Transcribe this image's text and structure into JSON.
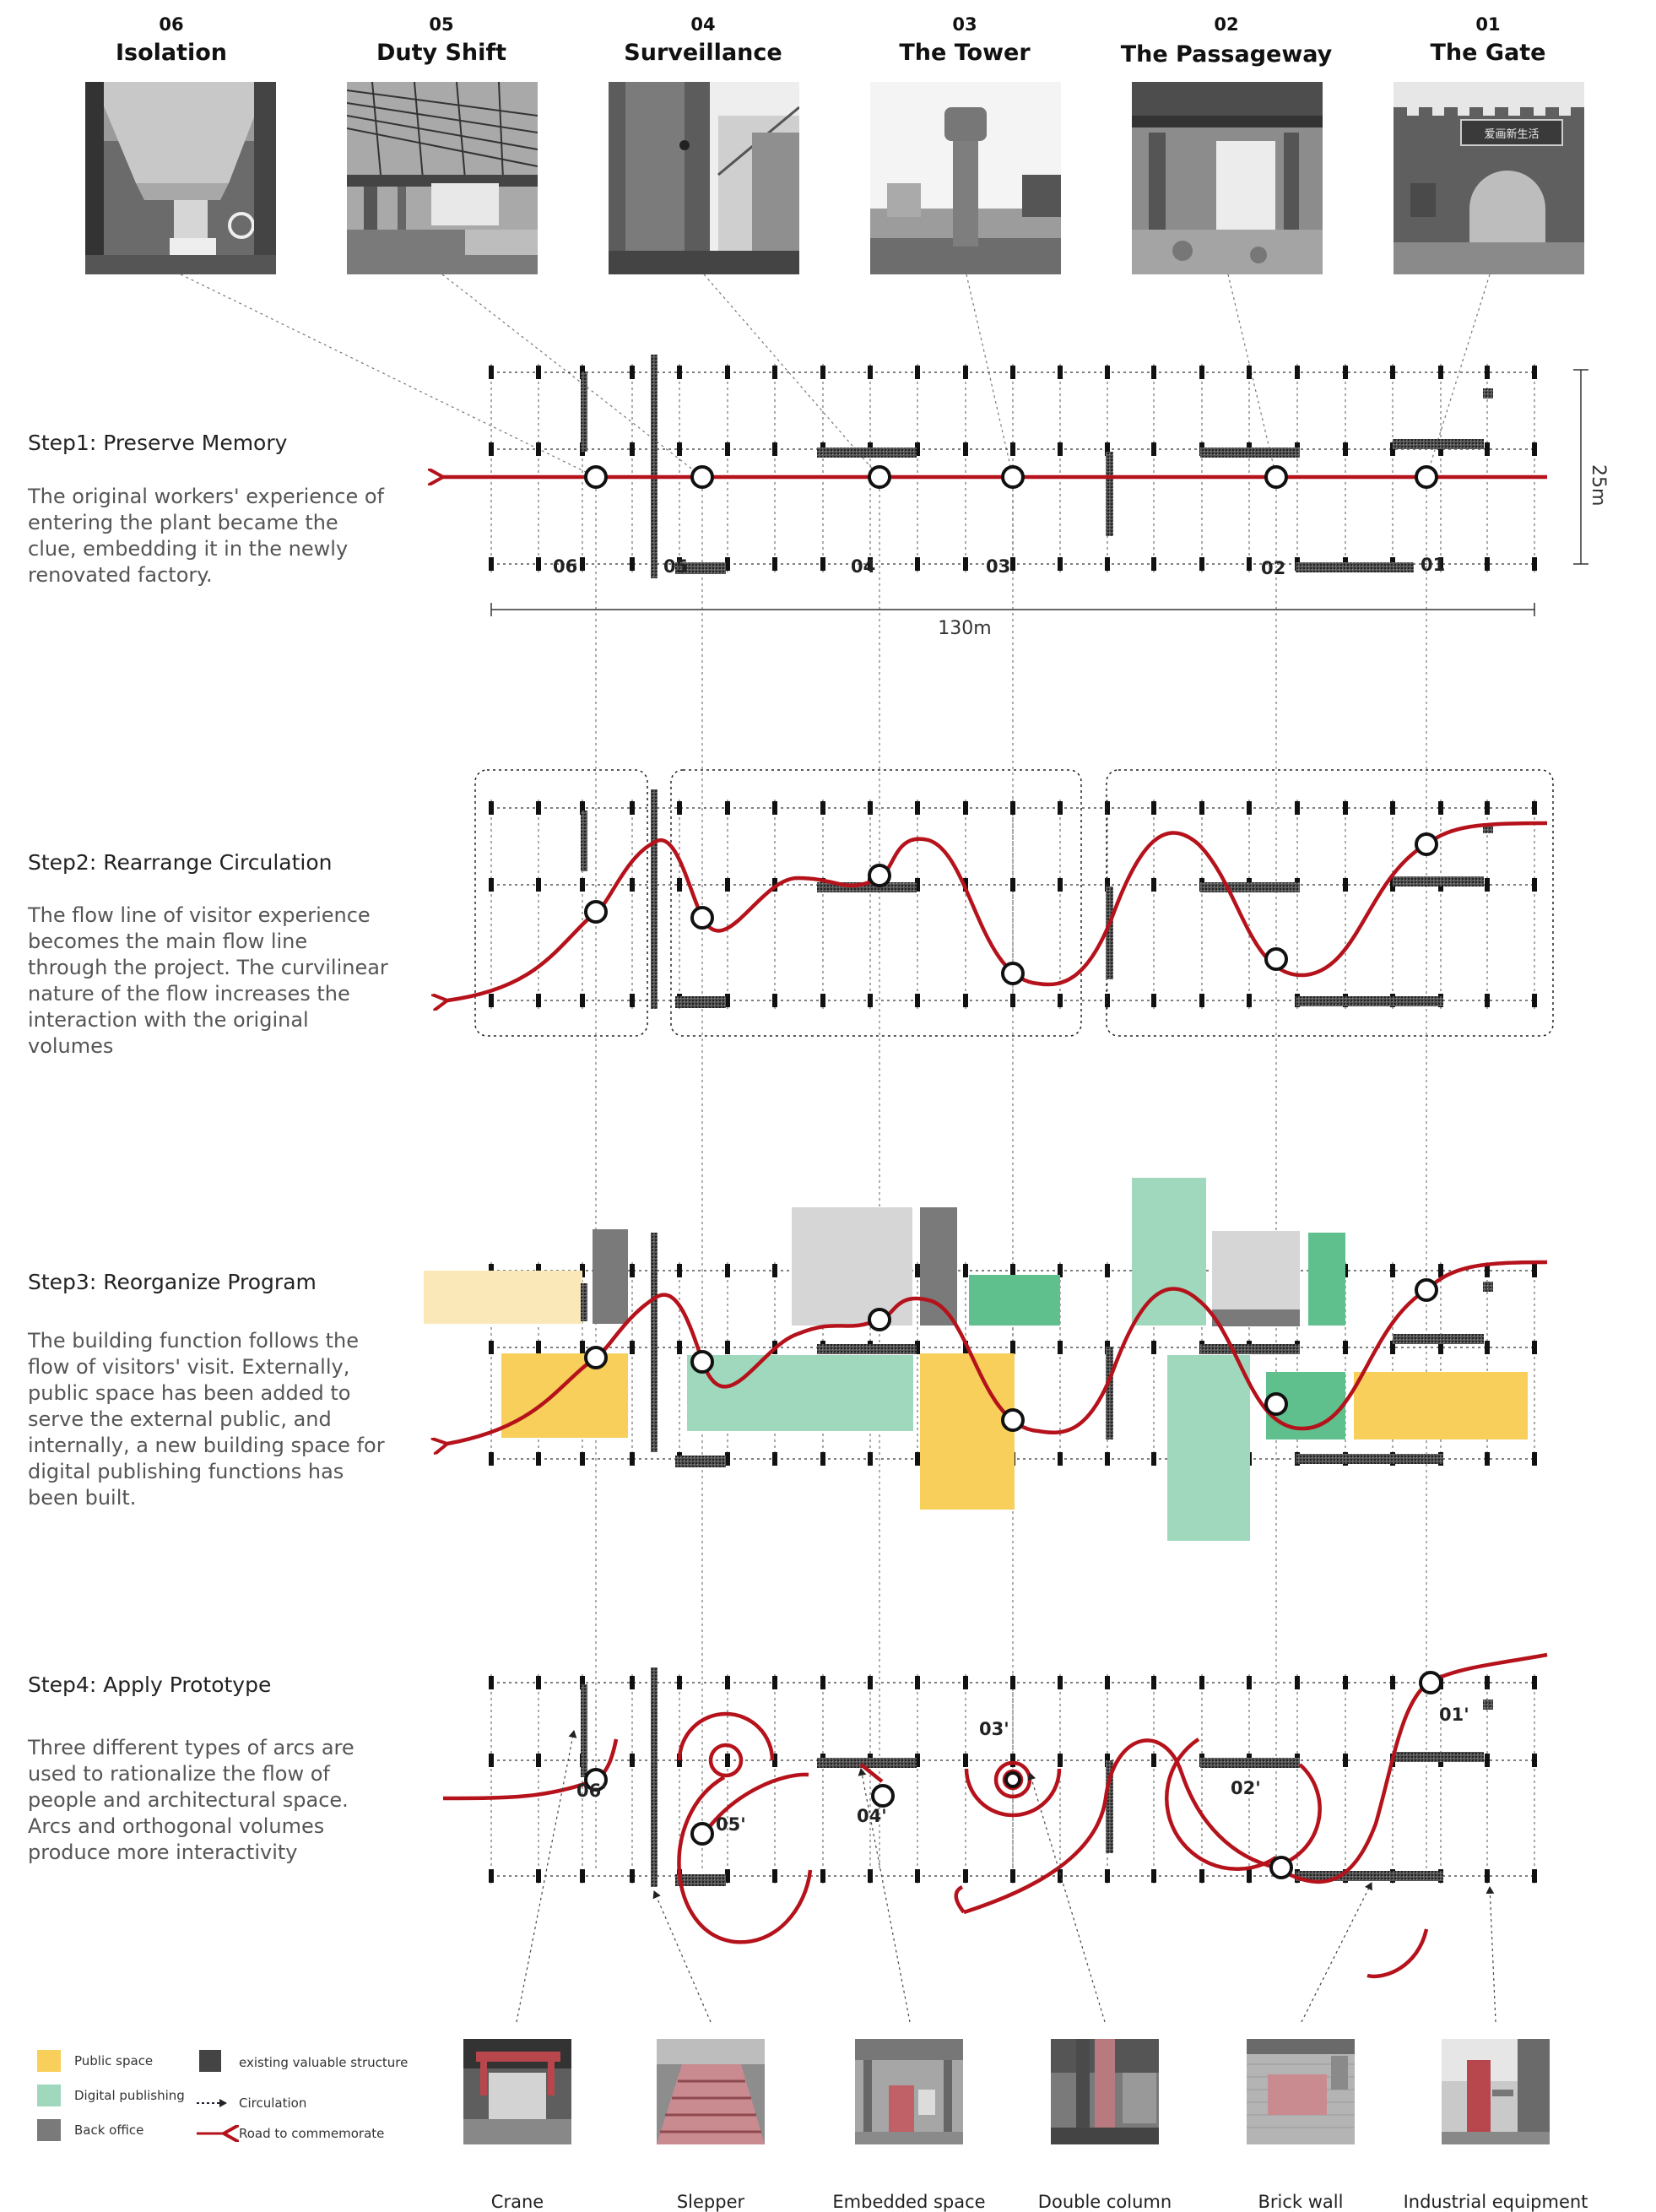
{
  "header": {
    "items": [
      {
        "num": "06",
        "title": "Isolation"
      },
      {
        "num": "05",
        "title": "Duty Shift"
      },
      {
        "num": "04",
        "title": "Surveillance"
      },
      {
        "num": "03",
        "title": "The Tower"
      },
      {
        "num": "02",
        "title": "The Passageway"
      },
      {
        "num": "01",
        "title": "The Gate"
      }
    ],
    "gate_sign": "爱画新生活"
  },
  "steps": [
    {
      "title": "Step1: Preserve Memory",
      "desc": "The original workers' experience of entering the plant became the clue, embedding it in the newly renovated factory."
    },
    {
      "title": "Step2: Rearrange Circulation",
      "desc": "The flow line of visitor experience becomes the main flow line through the project. The curvilinear nature of the flow increases the interaction with the original volumes"
    },
    {
      "title": "Step3: Reorganize Program",
      "desc": "The building function follows the flow of visitors' visit. Externally, public space has been added to serve the external public, and internally, a new building space for digital publishing functions has been built."
    },
    {
      "title": "Step4: Apply Prototype",
      "desc": "Three different types of arcs are used to rationalize the flow of people and architectural space. Arcs and orthogonal volumes produce more interactivity"
    }
  ],
  "step1": {
    "labels": [
      "06",
      "05",
      "04",
      "03",
      "02",
      "01"
    ],
    "dim_height": "25m",
    "dim_length": "130m"
  },
  "step4": {
    "labels": [
      "06'",
      "05'",
      "04'",
      "03'",
      "02'",
      "01'"
    ]
  },
  "legend": {
    "public": "Public space",
    "digital": "Digital publishing",
    "back": "Back office",
    "existing": "existing valuable structure",
    "circulation": "Circulation",
    "road": "Road to commemorate"
  },
  "bottom": {
    "items": [
      "Crane",
      "Slepper",
      "Embedded space",
      "Double column",
      "Brick wall",
      "Industrial equipment"
    ]
  },
  "colors": {
    "red": "#b5121b",
    "public": "#f7cf5a",
    "public_light": "#fbe8b8",
    "digital": "#9fd8bd",
    "digital_dark": "#5fbf8d",
    "back": "#7a7a7a",
    "back_light": "#d6d6d6"
  }
}
